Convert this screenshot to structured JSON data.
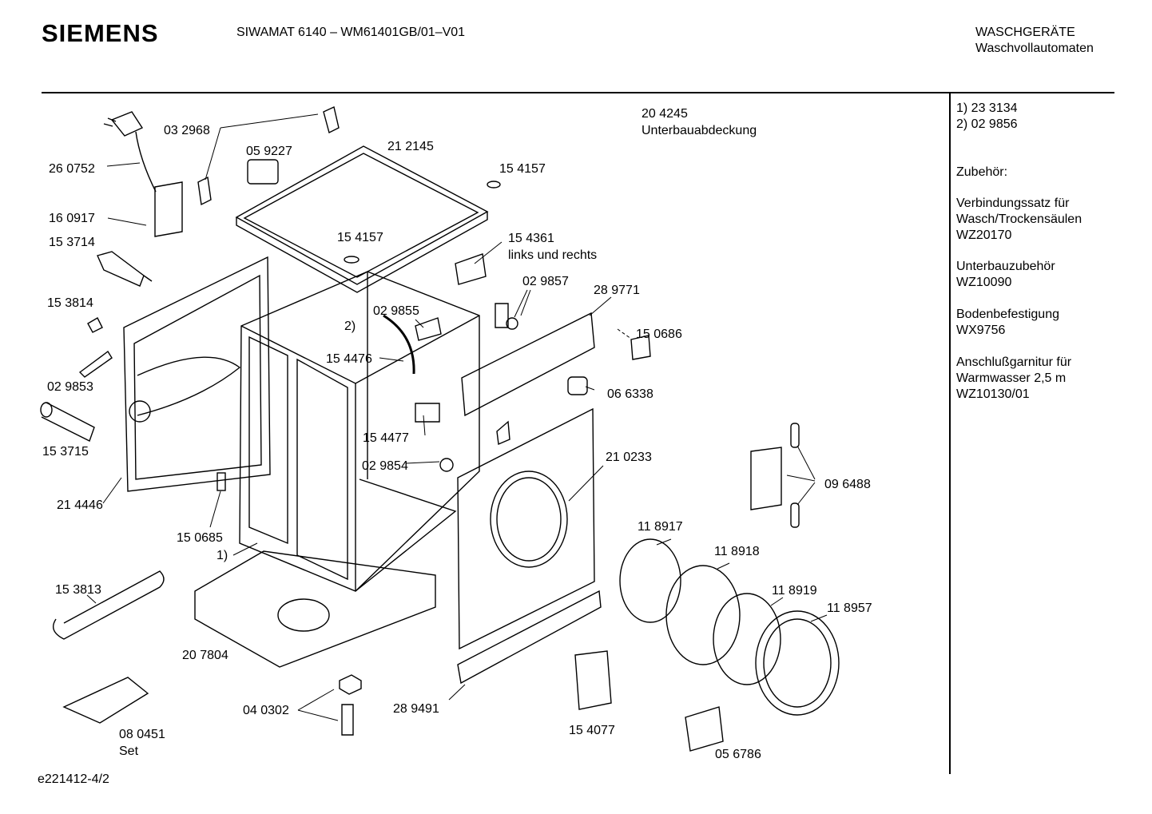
{
  "header": {
    "brand": "SIEMENS",
    "title": "SIWAMAT 6140 – WM61401GB/01–V01",
    "category": "WASCHGERÄTE",
    "subcategory": "Waschvollautomaten"
  },
  "parts": {
    "p260752": "26 0752",
    "p032968": "03 2968",
    "p059227": "05 9227",
    "p212145": "21 2145",
    "p204245": "20 4245",
    "p204245_desc": "Unterbauabdeckung",
    "p154157a": "15 4157",
    "p154157b": "15 4157",
    "p160917": "16 0917",
    "p153714": "15 3714",
    "p154361": "15 4361",
    "p154361_desc": "links und rechts",
    "p029857": "02 9857",
    "p289771": "28 9771",
    "p153814": "15 3814",
    "p029855": "02 9855",
    "p2": "2)",
    "p150686": "15 0686",
    "p154476": "15 4476",
    "p029853": "02 9853",
    "p066338": "06 6338",
    "p153715": "15 3715",
    "p154477": "15 4477",
    "p210233": "21 0233",
    "p029854": "02 9854",
    "p096488": "09 6488",
    "p214446": "21 4446",
    "p118917": "11 8917",
    "p150685": "15 0685",
    "p1": "1)",
    "p118918": "11 8918",
    "p118919": "11 8919",
    "p153813": "15 3813",
    "p118957": "11 8957",
    "p207804": "20 7804",
    "p040302": "04 0302",
    "p289491": "28 9491",
    "p154077": "15 4077",
    "p080451": "08 0451",
    "p080451_desc": "Set",
    "p056786": "05 6786"
  },
  "sidebar": {
    "note1": "1)  23 3134",
    "note2": "2)  02 9856",
    "accessories_heading": "Zubehör:",
    "acc1_l1": "Verbindungssatz für",
    "acc1_l2": "Wasch/Trockensäulen",
    "acc1_l3": "WZ20170",
    "acc2_l1": "Unterbauzubehör",
    "acc2_l2": "WZ10090",
    "acc3_l1": "Bodenbefestigung",
    "acc3_l2": "WX9756",
    "acc4_l1": "Anschlußgarnitur für",
    "acc4_l2": "Warmwasser 2,5 m",
    "acc4_l3": "WZ10130/01"
  },
  "footer": {
    "drawing_id": "e221412-4/2"
  }
}
